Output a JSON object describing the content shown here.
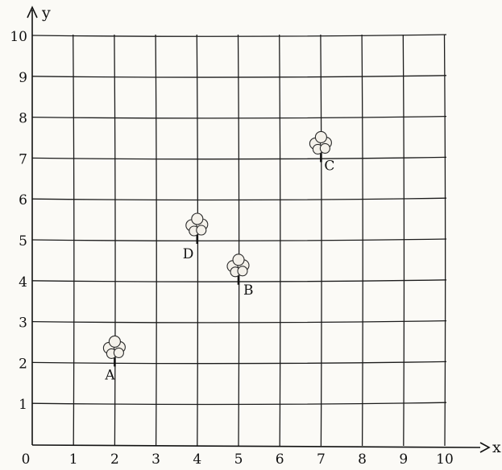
{
  "chart_data": {
    "type": "scatter",
    "xlabel": "x",
    "ylabel": "y",
    "xlim": [
      0,
      10
    ],
    "ylim": [
      0,
      10
    ],
    "grid": true,
    "x_ticks": [
      "0",
      "1",
      "2",
      "3",
      "4",
      "5",
      "6",
      "7",
      "8",
      "9",
      "10"
    ],
    "y_ticks": [
      "1",
      "2",
      "3",
      "4",
      "5",
      "6",
      "7",
      "8",
      "9",
      "10"
    ],
    "points": [
      {
        "label": "A",
        "x": 2,
        "y": 2
      },
      {
        "label": "B",
        "x": 5,
        "y": 4
      },
      {
        "label": "C",
        "x": 7,
        "y": 7
      },
      {
        "label": "D",
        "x": 4,
        "y": 5
      }
    ]
  }
}
